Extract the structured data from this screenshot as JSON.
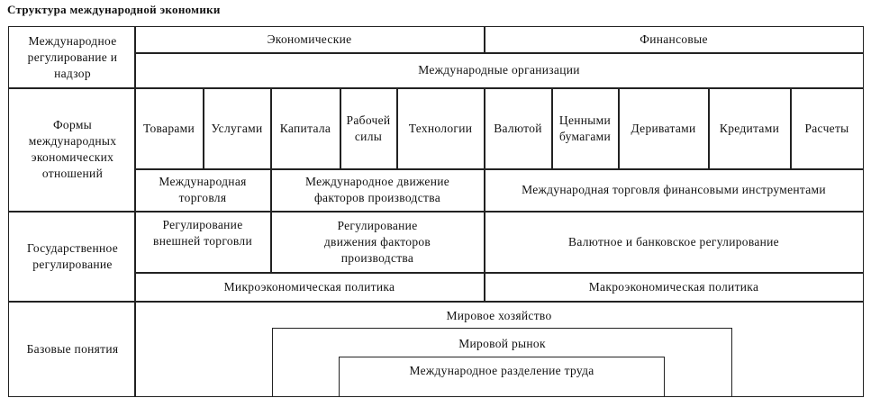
{
  "title": "Структура международной экономики",
  "rows": {
    "regulation": {
      "label": "Международное регулирование и надзор",
      "economic": "Экономические",
      "financial": "Финансовые",
      "organizations": "Международные организации"
    },
    "forms": {
      "label": "Формы международных экономических отношений",
      "items": [
        "Товарами",
        "Услугами",
        "Капитала",
        "Рабочей силы",
        "Технологии",
        "Валютой",
        "Ценными бумагами",
        "Дериватами",
        "Кредитами",
        "Расчеты"
      ],
      "groups": [
        "Международная торговля",
        "Международное движение факторов производства",
        "Международная торговля финансовыми инструментами"
      ]
    },
    "state": {
      "label": "Государственное регулирование",
      "trade": "Регулирование внешней торговли",
      "factors": "Регулирование движения факторов производства",
      "currency": "Валютное и банковское регулирование",
      "micro": "Микроэкономическая политика",
      "macro": "Макроэкономическая политика"
    },
    "basic": {
      "label": "Базовые понятия",
      "world_economy": "Мировое хозяйство",
      "world_market": "Мировой рынок",
      "division": "Международное разделение труда"
    }
  }
}
